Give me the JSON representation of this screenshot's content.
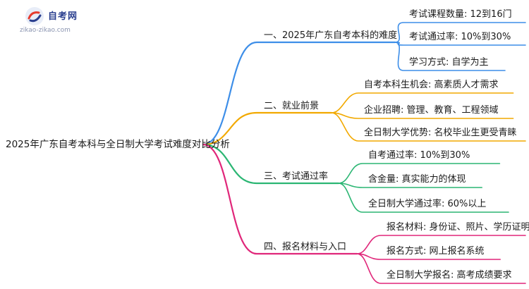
{
  "logo": {
    "name": "自考网",
    "url": "zikao-zikao.com"
  },
  "root": "2025年广东自考本科与全日制大学考试难度对比分析",
  "branches": [
    {
      "label": "一、2025年广东自考本科的难度",
      "color": "#3d8ee8",
      "leaves": [
        "考试课程数量: 12到16门",
        "考试通过率: 10%到30%",
        "学习方式: 自学为主"
      ]
    },
    {
      "label": "二、就业前景",
      "color": "#f2a900",
      "leaves": [
        "自考本科生机会: 高素质人才需求",
        "企业招聘: 管理、教育、工程领域",
        "全日制大学优势: 名校毕业生更受青睐"
      ]
    },
    {
      "label": "三、考试通过率",
      "color": "#2bb673",
      "leaves": [
        "自考通过率: 10%到30%",
        "含金量: 真实能力的体现",
        "全日制大学通过率: 60%以上"
      ]
    },
    {
      "label": "四、报名材料与入口",
      "color": "#e0277a",
      "leaves": [
        "报名材料: 身份证、照片、学历证明",
        "报名方式: 网上报名系统",
        "全日制大学报名: 高考成绩要求"
      ]
    }
  ]
}
